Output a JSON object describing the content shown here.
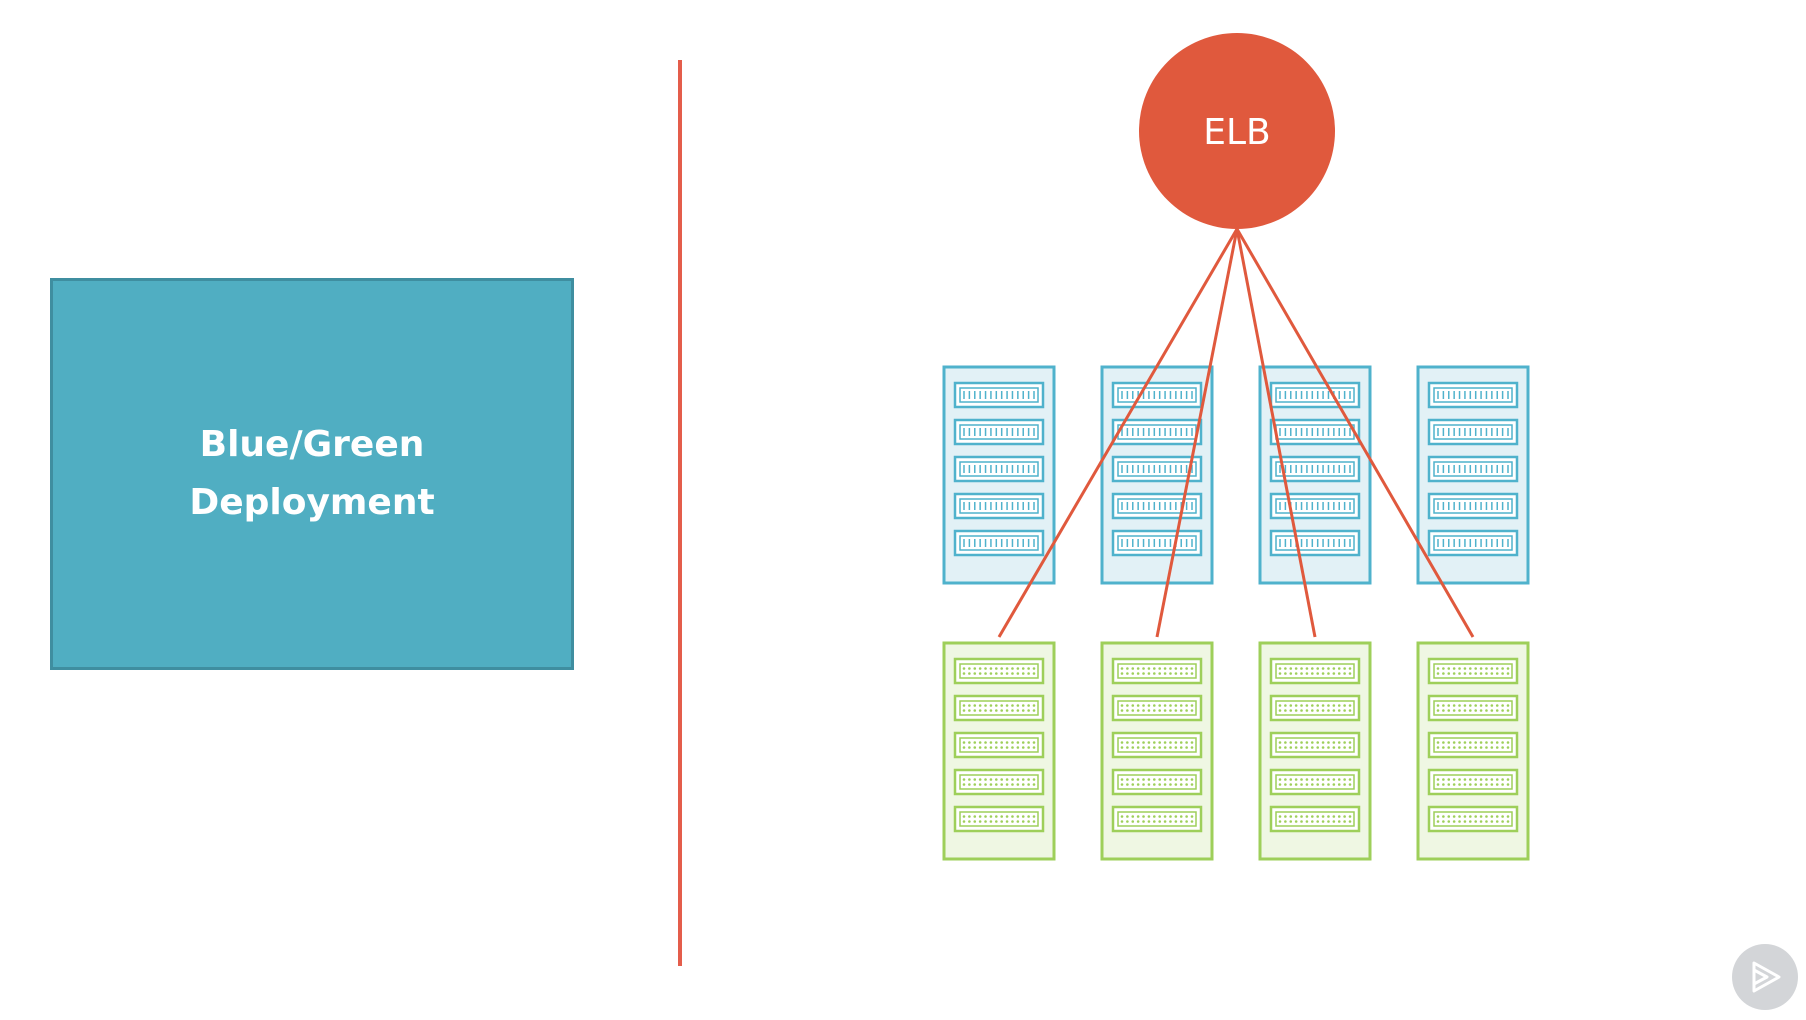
{
  "title": {
    "line1": "Blue/Green",
    "line2": "Deployment"
  },
  "elb": {
    "label": "ELB",
    "color": "#e0593d"
  },
  "colors": {
    "title_box": "#50aec2",
    "divider": "#e45d4b",
    "blue_server_stroke": "#4fb2cc",
    "blue_server_fill": "#e2f1f6",
    "green_server_stroke": "#9ecf5a",
    "green_server_fill": "#eff7e3",
    "connection_line": "#e0593d"
  },
  "server_groups": [
    {
      "name": "blue",
      "count": 4
    },
    {
      "name": "green",
      "count": 4
    }
  ],
  "connections": {
    "target_group": "green"
  },
  "icons": {
    "player": "play-logo-icon"
  }
}
